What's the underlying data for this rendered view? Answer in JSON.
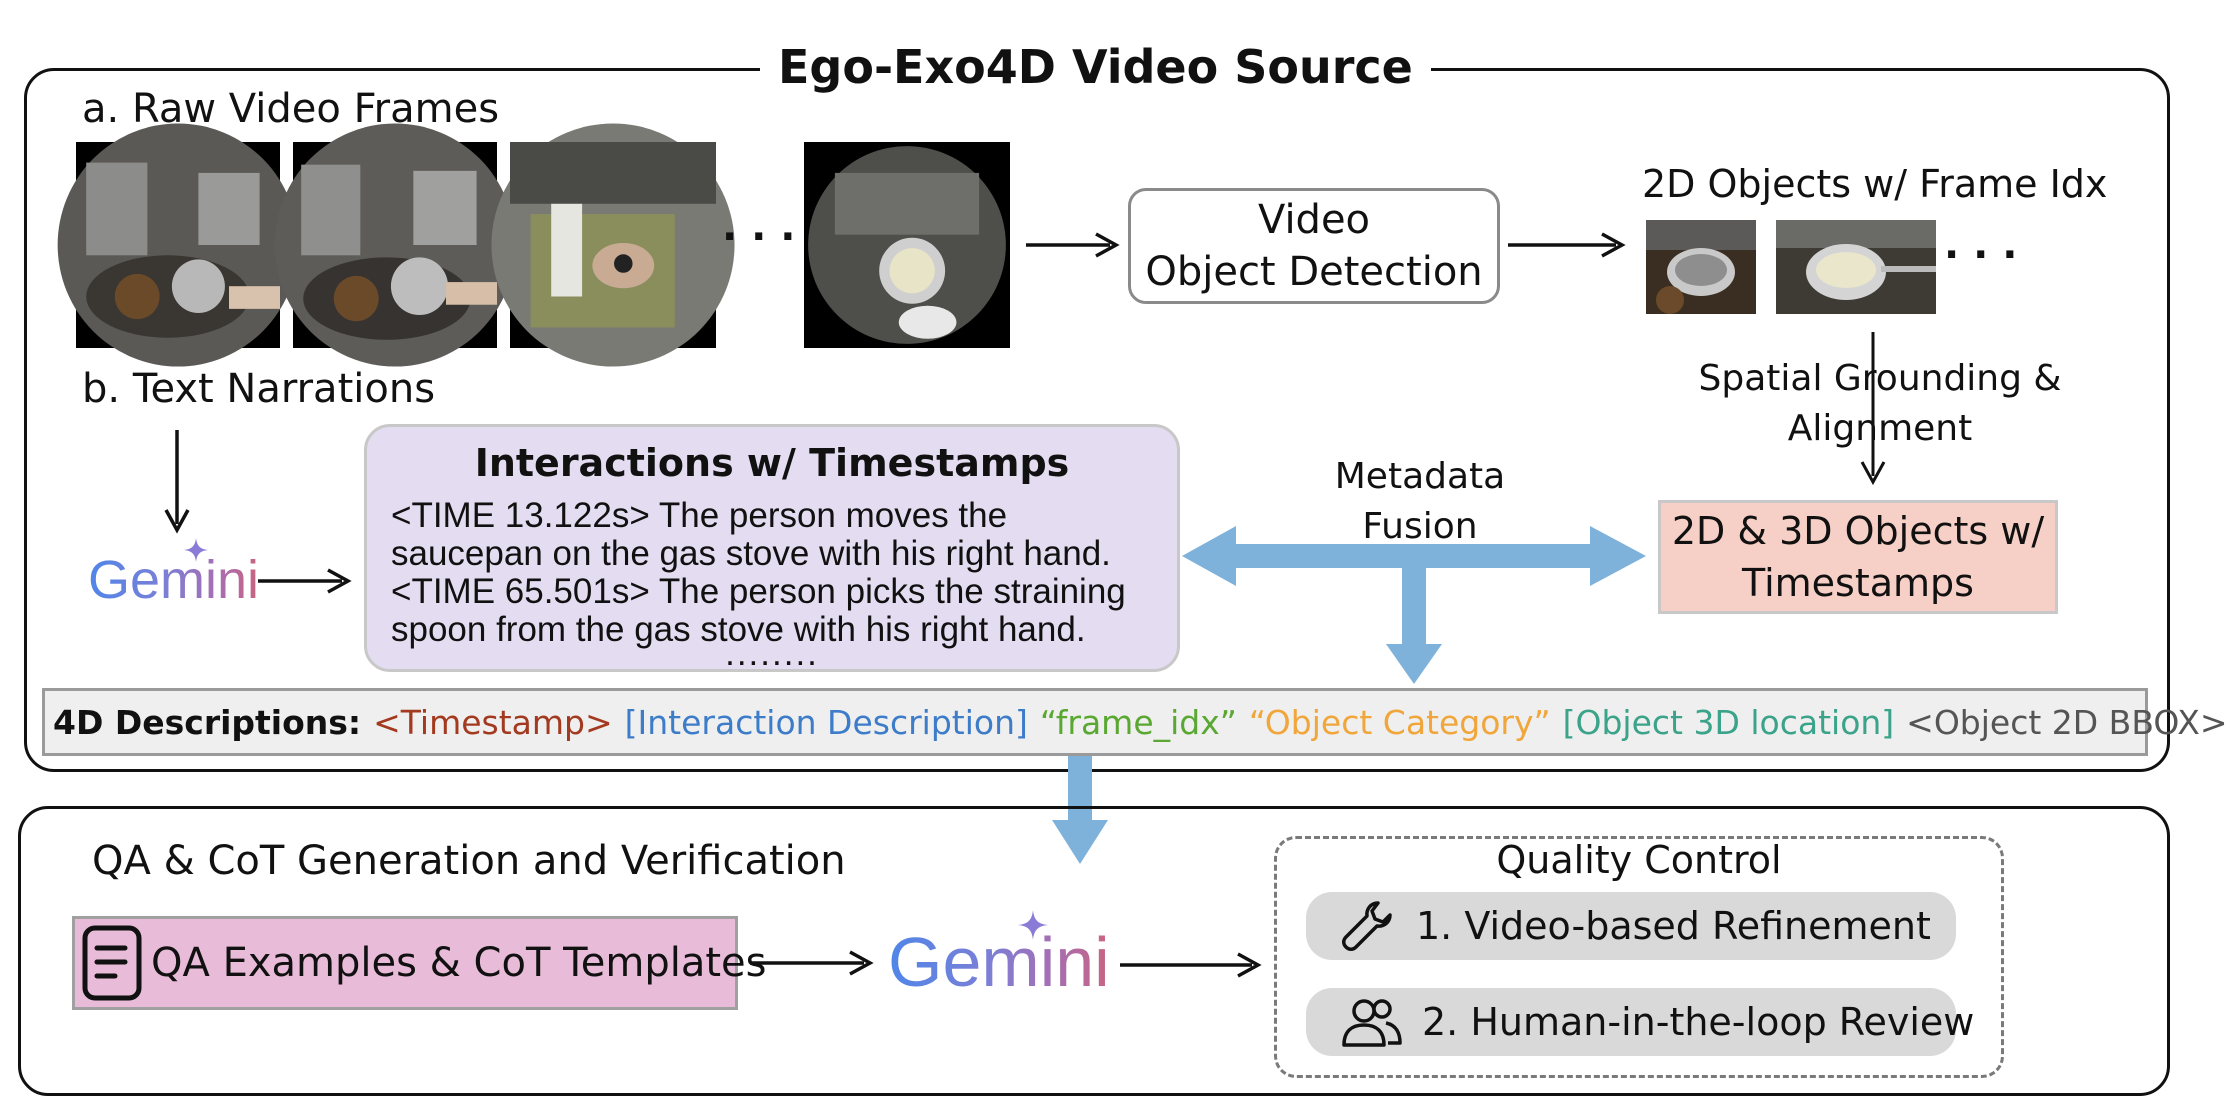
{
  "top_title": "Ego-Exo4D Video Source",
  "raw_frames": {
    "label": "a. Raw Video Frames",
    "ellipsis": "· · ·"
  },
  "detection_box": {
    "line1": "Video",
    "line2": "Object Detection"
  },
  "objects_2d": {
    "label": "2D Objects w/ Frame Idx",
    "ellipsis": "· · ·"
  },
  "spatial": {
    "line1": "Spatial Grounding &",
    "line2": "Alignment"
  },
  "text_narrations": {
    "label": "b. Text Narrations"
  },
  "gemini": {
    "label": "Gemini"
  },
  "interactions": {
    "title": "Interactions w/ Timestamps",
    "lines": [
      "<TIME 13.122s> The person moves the",
      "saucepan on the gas stove with his right hand.",
      "<TIME 65.501s> The person picks the straining",
      "spoon from the gas stove with his right hand."
    ],
    "ellipsis": "........"
  },
  "metadata_fusion": {
    "line1": "Metadata",
    "line2": "Fusion"
  },
  "objects_3d": {
    "line1": "2D & 3D Objects w/",
    "line2": "Timestamps"
  },
  "descriptions": {
    "label": "4D Descriptions:",
    "parts": [
      {
        "text": "<Timestamp>",
        "color": "#a33a20"
      },
      {
        "text": "[Interaction Description]",
        "color": "#3d7cc9"
      },
      {
        "text": "“frame_idx”",
        "color": "#5aa832"
      },
      {
        "text": "“Object Category”",
        "color": "#f0a63a"
      },
      {
        "text": "[Object 3D location]",
        "color": "#3aa38a"
      },
      {
        "text": "<Object 2D BBOX>",
        "color": "#555555"
      }
    ]
  },
  "qa": {
    "title": "QA & CoT Generation and Verification",
    "examples_label": "QA Examples & CoT Templates"
  },
  "quality": {
    "title": "Quality Control",
    "items": [
      {
        "label": "1. Video-based Refinement",
        "icon": "wrench-icon"
      },
      {
        "label": "2. Human-in-the-loop Review",
        "icon": "users-icon"
      }
    ]
  },
  "colors": {
    "detection_fill": "#b3e3dc",
    "interactions_fill": "#e4dcf0",
    "objects3d_fill": "#f6cfc6",
    "qa_fill": "#e8bcd8",
    "fusion_arrow": "#7fb2db",
    "descriptions_fill": "#efefef"
  }
}
